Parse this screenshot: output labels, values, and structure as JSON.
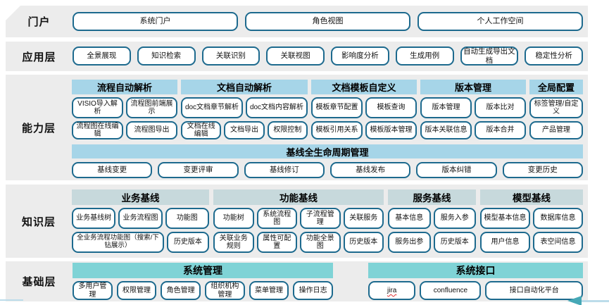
{
  "colors": {
    "button_border": "#1d6a8e",
    "capability_header": "#a6d5e8",
    "knowledge_header": "#c7d9dc",
    "base_header": "#7fd3d6",
    "band_background": "#ececec",
    "bottom_line": "#bcdcea",
    "arrow": "#46a8b6",
    "jira_underline": "#e03030"
  },
  "layers": {
    "portal": {
      "label": "门户",
      "items": [
        "系统门户",
        "角色视图",
        "个人工作空间"
      ]
    },
    "application": {
      "label": "应用层",
      "items": [
        "全景展现",
        "知识检索",
        "关联识别",
        "关联视图",
        "影响度分析",
        "生成用例",
        "自动生成导出文档",
        "稳定性分析"
      ]
    },
    "capability": {
      "label": "能力层",
      "groups": [
        {
          "title": "流程自动解析",
          "row1": [
            "VISIO导入解析",
            "流程图前端展示"
          ],
          "row2": [
            "流程图在线编辑",
            "流程图导出"
          ]
        },
        {
          "title": "文档自动解析",
          "row1": [
            "doc文档章节解析",
            "doc文档内容解析"
          ],
          "row2": [
            "文档在线编辑",
            "文档导出",
            "权限控制"
          ]
        },
        {
          "title": "文档模板自定义",
          "row1": [
            "模板章节配置",
            "模板查询"
          ],
          "row2": [
            "模板引用关系",
            "模板版本管理"
          ]
        },
        {
          "title": "版本管理",
          "row1": [
            "版本管理",
            "版本比对"
          ],
          "row2": [
            "版本关联信息",
            "版本合并"
          ]
        },
        {
          "title": "全局配置",
          "row1": [
            "标签管理/自定义"
          ],
          "row2": [
            "产品管理"
          ]
        }
      ],
      "baseline": {
        "title": "基线全生命周期管理",
        "items": [
          "基线变更",
          "变更评审",
          "基线修订",
          "基线发布",
          "版本纠错",
          "变更历史"
        ]
      }
    },
    "knowledge": {
      "label": "知识层",
      "groups": [
        {
          "title": "业务基线",
          "row1": [
            "业务基线树",
            "业务流程图",
            "功能图"
          ],
          "row2": [
            "全业务流程功能图（搜索/下钻展示）",
            "历史版本"
          ]
        },
        {
          "title": "功能基线",
          "row1": [
            "功能树",
            "系统流程图",
            "子流程管理",
            "关联服务"
          ],
          "row2": [
            "关联业务规则",
            "属性可配置",
            "功能全景图",
            "历史版本"
          ]
        },
        {
          "title": "服务基线",
          "row1": [
            "基本信息",
            "服务入参"
          ],
          "row2": [
            "服务出参",
            "历史版本"
          ]
        },
        {
          "title": "模型基线",
          "row1": [
            "模型基本信息",
            "数据库信息"
          ],
          "row2": [
            "用户信息",
            "表空间信息"
          ]
        }
      ]
    },
    "base": {
      "label": "基础层",
      "groups": [
        {
          "title": "系统管理",
          "row1": [
            "多用户管理",
            "权限管理",
            "角色管理",
            "组织机构管理",
            "菜单管理",
            "操作日志"
          ]
        },
        {
          "title": "系统接口",
          "row1": [
            "jira",
            "confluence",
            "接口自动化平台"
          ]
        }
      ]
    }
  }
}
